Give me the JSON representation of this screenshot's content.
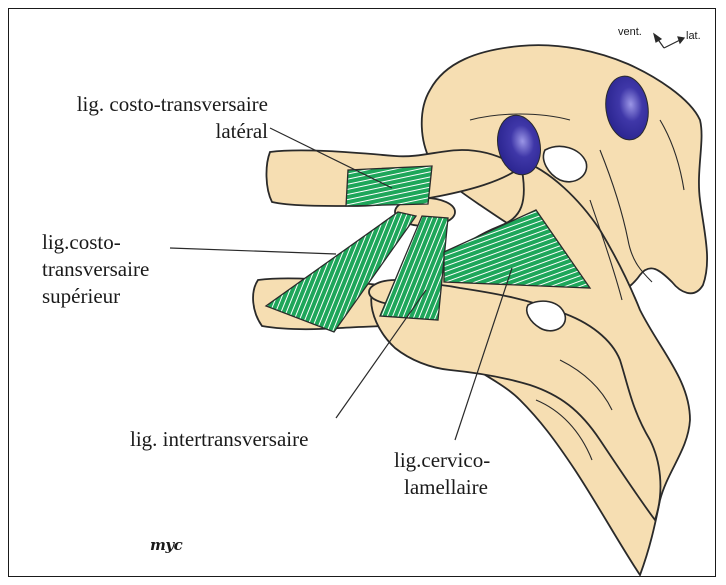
{
  "labels": {
    "costo_lateral_1": "lig. costo-transversaire",
    "costo_lateral_2": "latéral",
    "costo_sup_1": "lig.costo-",
    "costo_sup_2": "transversaire",
    "costo_sup_3": "supérieur",
    "intertransversaire": "lig. intertransversaire",
    "cervico_1": "lig.cervico-",
    "cervico_2": "lamellaire"
  },
  "orientation": {
    "ventral": "vent.",
    "lateral": "lat."
  },
  "signature": "myc",
  "colors": {
    "bone": "#f6deb2",
    "outline": "#2a2a2a",
    "ligament": "#1ea65a",
    "fiber": "#ffffff",
    "facet": "#3f37a8"
  }
}
